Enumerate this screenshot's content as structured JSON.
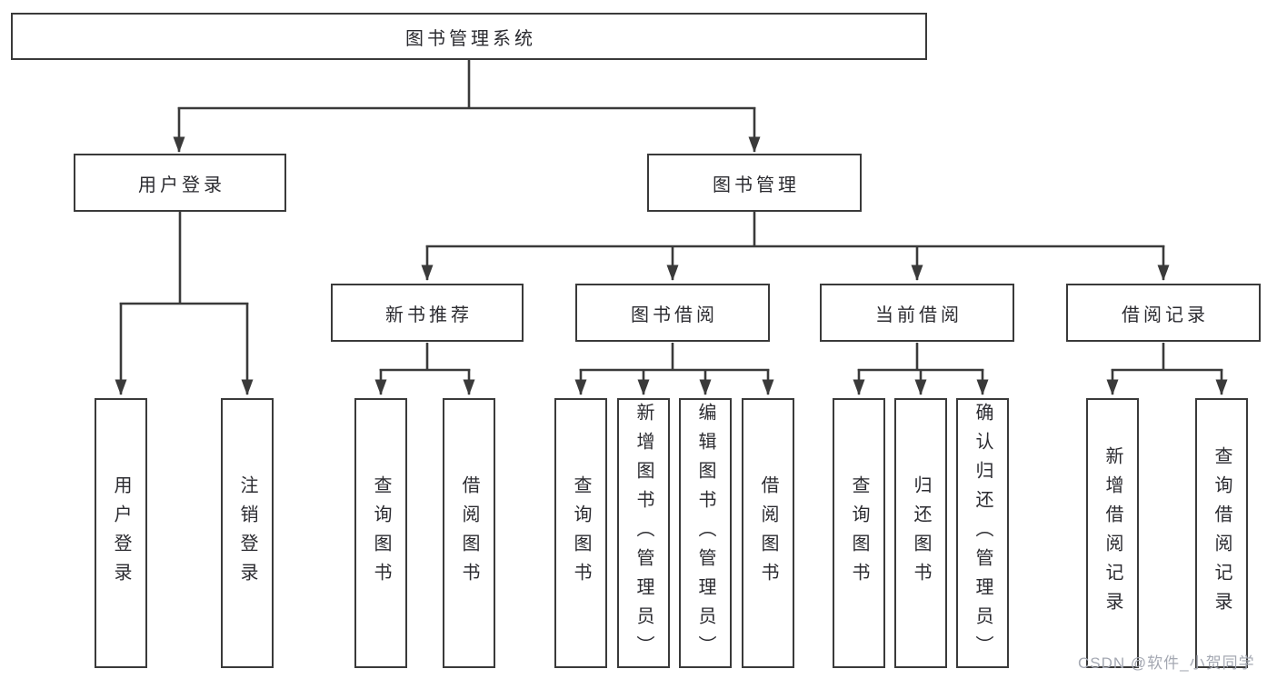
{
  "diagram": {
    "type": "hierarchy-tree",
    "colors": {
      "line": "#3a3a3a",
      "box_border": "#3a3a3a",
      "box_background": "#ffffff",
      "text": "#2b2b30",
      "watermark_text": "#a4a8b2"
    },
    "tree": {
      "root": {
        "label": "图书管理系统",
        "children": [
          {
            "label": "用户登录",
            "children": [
              {
                "label": "用户登录"
              },
              {
                "label": "注销登录"
              }
            ]
          },
          {
            "label": "图书管理",
            "children": [
              {
                "label": "新书推荐",
                "children": [
                  {
                    "label": "查询图书"
                  },
                  {
                    "label": "借阅图书"
                  }
                ]
              },
              {
                "label": "图书借阅",
                "children": [
                  {
                    "label": "查询图书"
                  },
                  {
                    "label": "新增图书（管理员）"
                  },
                  {
                    "label": "编辑图书（管理员）"
                  },
                  {
                    "label": "借阅图书"
                  }
                ]
              },
              {
                "label": "当前借阅",
                "children": [
                  {
                    "label": "查询图书"
                  },
                  {
                    "label": "归还图书"
                  },
                  {
                    "label": "确认归还（管理员）"
                  }
                ]
              },
              {
                "label": "借阅记录",
                "children": [
                  {
                    "label": "新增借阅记录"
                  },
                  {
                    "label": "查询借阅记录"
                  }
                ]
              }
            ]
          }
        ]
      }
    },
    "watermark": {
      "text": "CSDN @软件_小贺同学"
    }
  }
}
